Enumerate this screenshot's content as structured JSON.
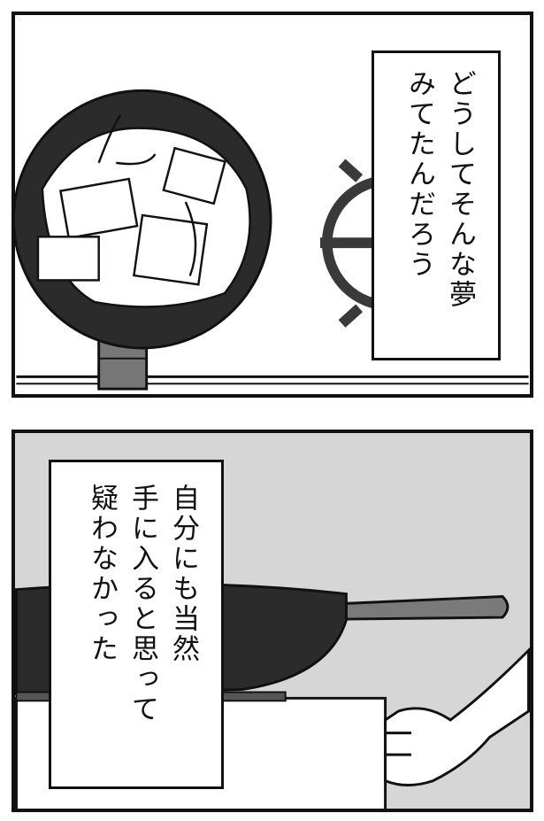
{
  "panels": [
    {
      "scene": "frying-pan-on-stove",
      "caption_lines": [
        "どうしてそんな夢",
        "みてたんだろう"
      ]
    },
    {
      "scene": "wok-on-stove-with-hand",
      "caption_lines": [
        "自分にも当然",
        "手に入ると思って",
        "疑わなかった"
      ]
    }
  ],
  "colors": {
    "ink": "#111111",
    "pan": "#2b2b2b",
    "handle": "#7a7a7a",
    "background_panel2": "#d6d6d6"
  }
}
